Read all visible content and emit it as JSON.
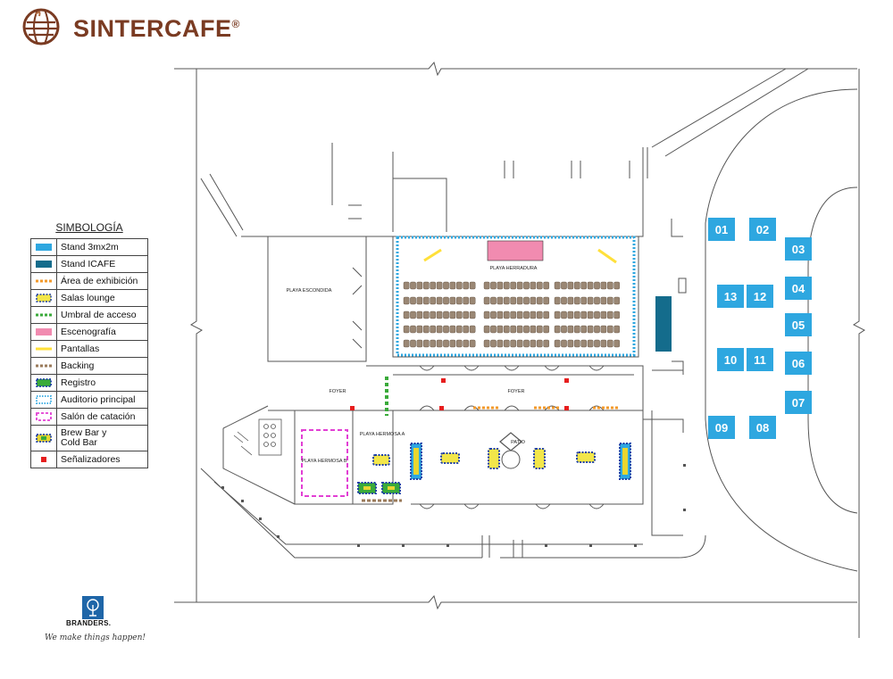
{
  "header": {
    "brand": "SINTERCAFE",
    "registered_mark": "®"
  },
  "legend": {
    "title": "SIMBOLOGÍA",
    "items": [
      {
        "label": "Stand 3mx2m",
        "color": "#2ea7e0",
        "style": "solid"
      },
      {
        "label": "Stand ICAFE",
        "color": "#146c8c",
        "style": "solid"
      },
      {
        "label": "Área de exhibición",
        "color": "#f39a2b",
        "style": "dashed"
      },
      {
        "label": "Salas lounge",
        "color": "#e8d630",
        "style": "lounge"
      },
      {
        "label": "Umbral de acceso",
        "color": "#3aaa3a",
        "style": "dashed"
      },
      {
        "label": "Escenografía",
        "color": "#f18bb0",
        "style": "solid"
      },
      {
        "label": "Pantallas",
        "color": "#ffe03a",
        "style": "line"
      },
      {
        "label": "Backing",
        "color": "#9a7a5a",
        "style": "dashed"
      },
      {
        "label": "Registro",
        "color": "#1d3fa6",
        "style": "registro"
      },
      {
        "label": "Auditorio principal",
        "color": "#2ea7e0",
        "style": "dotted-box"
      },
      {
        "label": "Salón de catación",
        "color": "#e23fd4",
        "style": "dashed-box"
      },
      {
        "label": "Brew Bar y\nCold Bar",
        "color": "#e8d630",
        "style": "brew"
      },
      {
        "label": "Señalizadores",
        "color": "#e61e1e",
        "style": "square"
      }
    ]
  },
  "rooms": {
    "playa_escondida": "PLAYA ESCONDIDA",
    "playa_herradura": "PLAYA HERRADURA",
    "playa_hermosa_a": "PLAYA HERMOSA A",
    "playa_hermosa_b": "PLAYA HERMOSA B",
    "foyer_left": "FOYER",
    "foyer_right": "FOYER",
    "patio": "PATIO"
  },
  "stands": [
    {
      "id": "01",
      "color": "#2ea7e0"
    },
    {
      "id": "02",
      "color": "#2ea7e0"
    },
    {
      "id": "03",
      "color": "#2ea7e0"
    },
    {
      "id": "04",
      "color": "#2ea7e0"
    },
    {
      "id": "05",
      "color": "#2ea7e0"
    },
    {
      "id": "06",
      "color": "#2ea7e0"
    },
    {
      "id": "07",
      "color": "#2ea7e0"
    },
    {
      "id": "08",
      "color": "#2ea7e0"
    },
    {
      "id": "09",
      "color": "#2ea7e0"
    },
    {
      "id": "10",
      "color": "#2ea7e0"
    },
    {
      "id": "11",
      "color": "#2ea7e0"
    },
    {
      "id": "12",
      "color": "#2ea7e0"
    },
    {
      "id": "13",
      "color": "#2ea7e0"
    }
  ],
  "icafe_stand_color": "#146c8c",
  "footer": {
    "company": "BRANDERS.",
    "slogan": "We make things happen!"
  }
}
